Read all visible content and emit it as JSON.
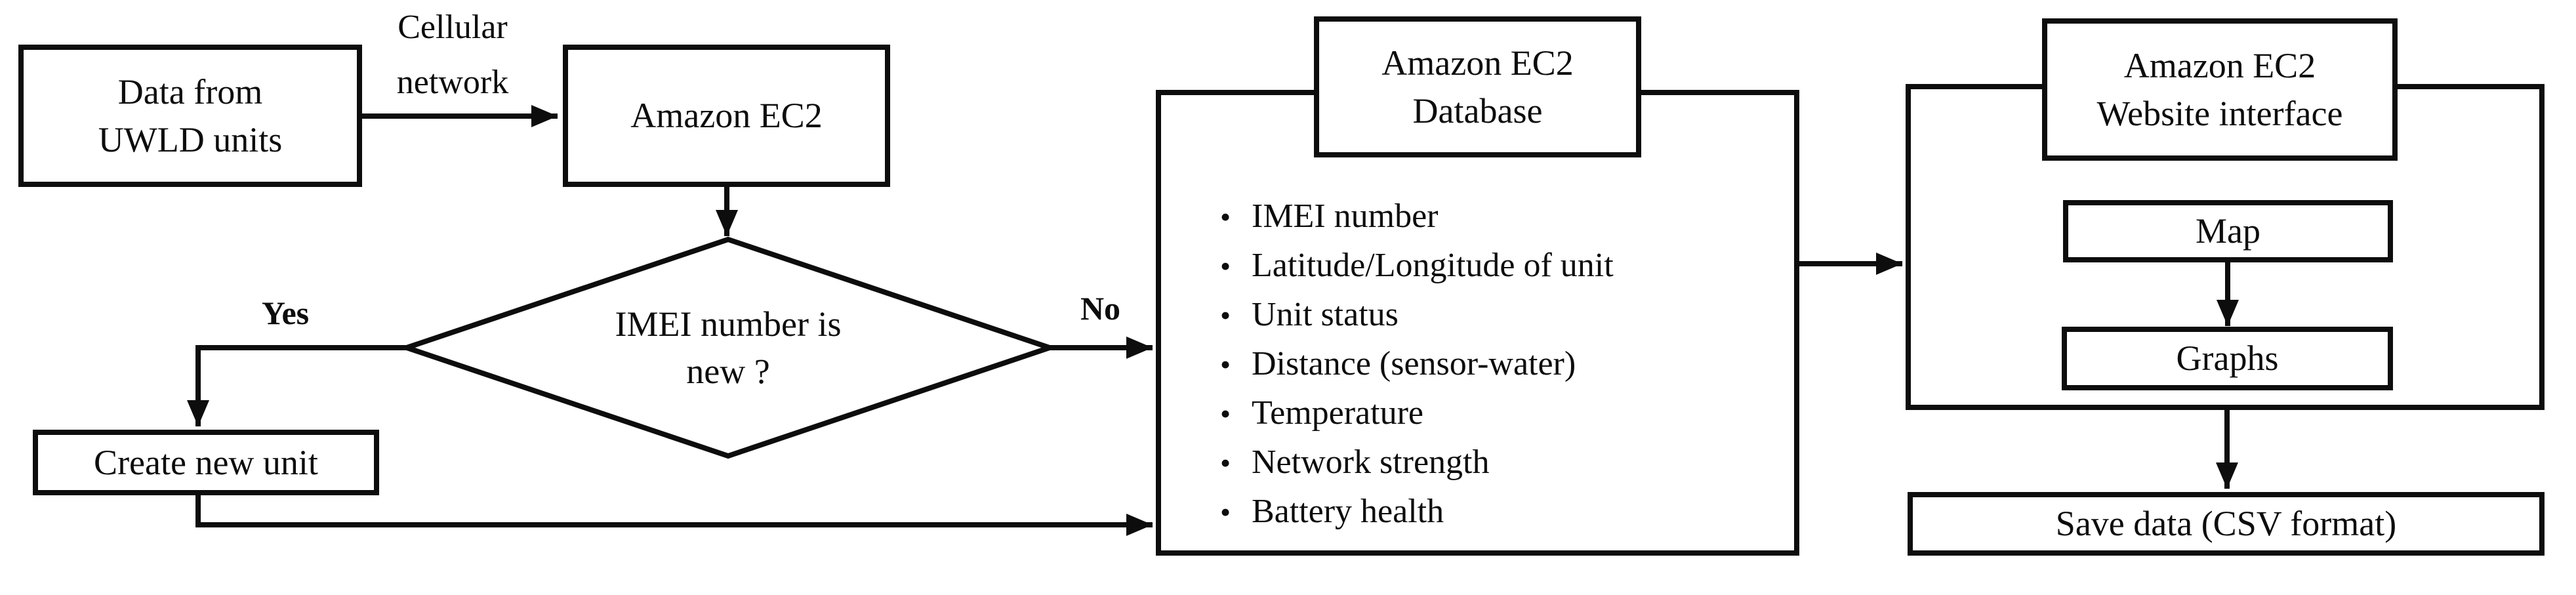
{
  "colors": {
    "line": "#0d0d0d",
    "background": "#ffffff",
    "text": "#0d0d0d"
  },
  "nodes": {
    "data_from_uwld": {
      "line1": "Data from",
      "line2": "UWLD units"
    },
    "amazon_ec2": {
      "label": "Amazon EC2"
    },
    "decision": {
      "line1": "IMEI number is",
      "line2": "new ?"
    },
    "create_new_unit": {
      "label": "Create new unit"
    },
    "database": {
      "title_line1": "Amazon EC2",
      "title_line2": "Database",
      "bullet_char": "•",
      "items": [
        "IMEI number",
        "Latitude/Longitude of unit",
        "Unit status",
        "Distance (sensor-water)",
        "Temperature",
        "Network strength",
        "Battery health"
      ]
    },
    "website": {
      "title_line1": "Amazon EC2",
      "title_line2": "Website interface"
    },
    "map": {
      "label": "Map"
    },
    "graphs": {
      "label": "Graphs"
    },
    "save": {
      "label": "Save data (CSV format)"
    }
  },
  "edges": {
    "cellular_line1": "Cellular",
    "cellular_line2": "network",
    "yes_label": "Yes",
    "no_label": "No"
  }
}
